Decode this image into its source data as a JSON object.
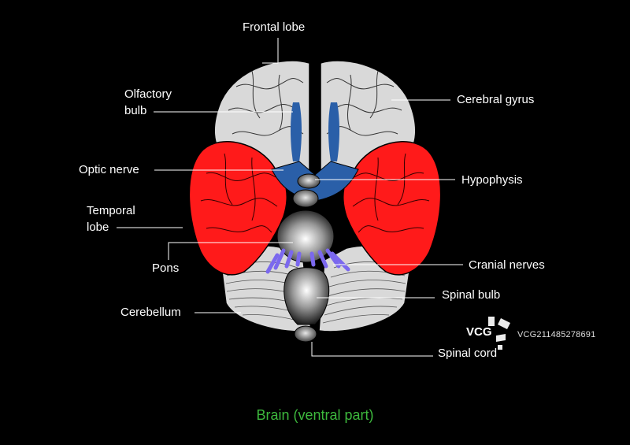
{
  "labels": {
    "frontal_lobe": "Frontal lobe",
    "olfactory_bulb_1": "Olfactory",
    "olfactory_bulb_2": "bulb",
    "cerebral_gyrus": "Cerebral gyrus",
    "optic_nerve": "Optic nerve",
    "hypophysis": "Hypophysis",
    "temporal_lobe_1": "Temporal",
    "temporal_lobe_2": "lobe",
    "pons": "Pons",
    "cranial_nerves": "Cranial nerves",
    "spinal_bulb": "Spinal bulb",
    "cerebellum": "Cerebellum",
    "spinal_cord": "Spinal cord"
  },
  "caption": "Brain (ventral part)",
  "watermark": {
    "logo_text": "VCG",
    "id": "VCG211485278691"
  },
  "colors": {
    "background": "#000000",
    "brain_gray": "#d9d9d9",
    "temporal_red": "#ff1a1a",
    "blue": "#2a5fa8",
    "nerves_purple": "#7b68ee",
    "caption_green": "#3db83d",
    "label_white": "#ffffff"
  }
}
